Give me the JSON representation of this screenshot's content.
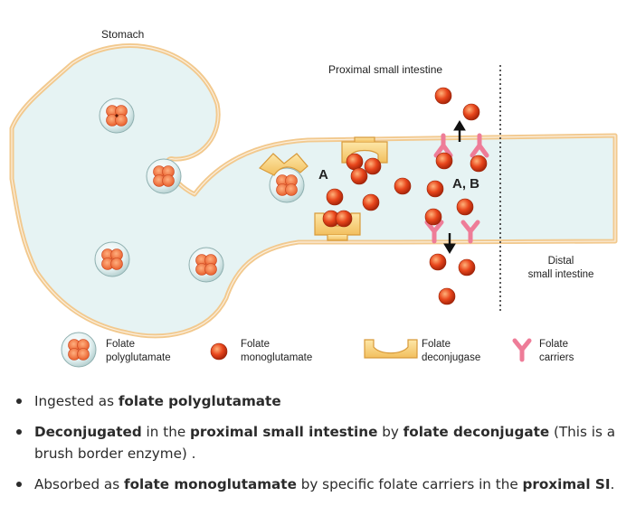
{
  "diagram": {
    "labels": {
      "stomach": "Stomach",
      "proximal": "Proximal small intestine",
      "distal_line1": "Distal",
      "distal_line2": "small intestine",
      "marker_a": "A",
      "marker_ab": "A, B"
    },
    "legend": [
      {
        "icon": "polyglutamate",
        "line1": "Folate",
        "line2": "polyglutamate"
      },
      {
        "icon": "monoglutamate",
        "line1": "Folate",
        "line2": "monoglutamate"
      },
      {
        "icon": "deconjugase",
        "line1": "Folate",
        "line2": "deconjugase"
      },
      {
        "icon": "carrier",
        "line1": "Folate",
        "line2": "carriers"
      }
    ],
    "colors": {
      "organ_fill": "#e6f3f3",
      "organ_outline": "#f2c98e",
      "folate_red": "#e8461c",
      "enzyme_fill": "#fbd98f",
      "carrier_pink": "#ee7c98"
    }
  },
  "bullets": [
    {
      "parts": [
        {
          "t": "Ingested as ",
          "b": false
        },
        {
          "t": "folate polyglutamate",
          "b": true
        }
      ]
    },
    {
      "parts": [
        {
          "t": "Deconjugated",
          "b": true
        },
        {
          "t": " in the ",
          "b": false
        },
        {
          "t": "proximal small intestine",
          "b": true
        },
        {
          "t": " by ",
          "b": false
        },
        {
          "t": "folate deconjugate",
          "b": true
        },
        {
          "t": " (This is a brush border enzyme) .",
          "b": false
        }
      ]
    },
    {
      "parts": [
        {
          "t": "Absorbed as ",
          "b": false
        },
        {
          "t": "folate monoglutamate",
          "b": true
        },
        {
          "t": " by specific folate carriers in the ",
          "b": false
        },
        {
          "t": "proximal SI",
          "b": true
        },
        {
          "t": ".",
          "b": false
        }
      ]
    }
  ]
}
